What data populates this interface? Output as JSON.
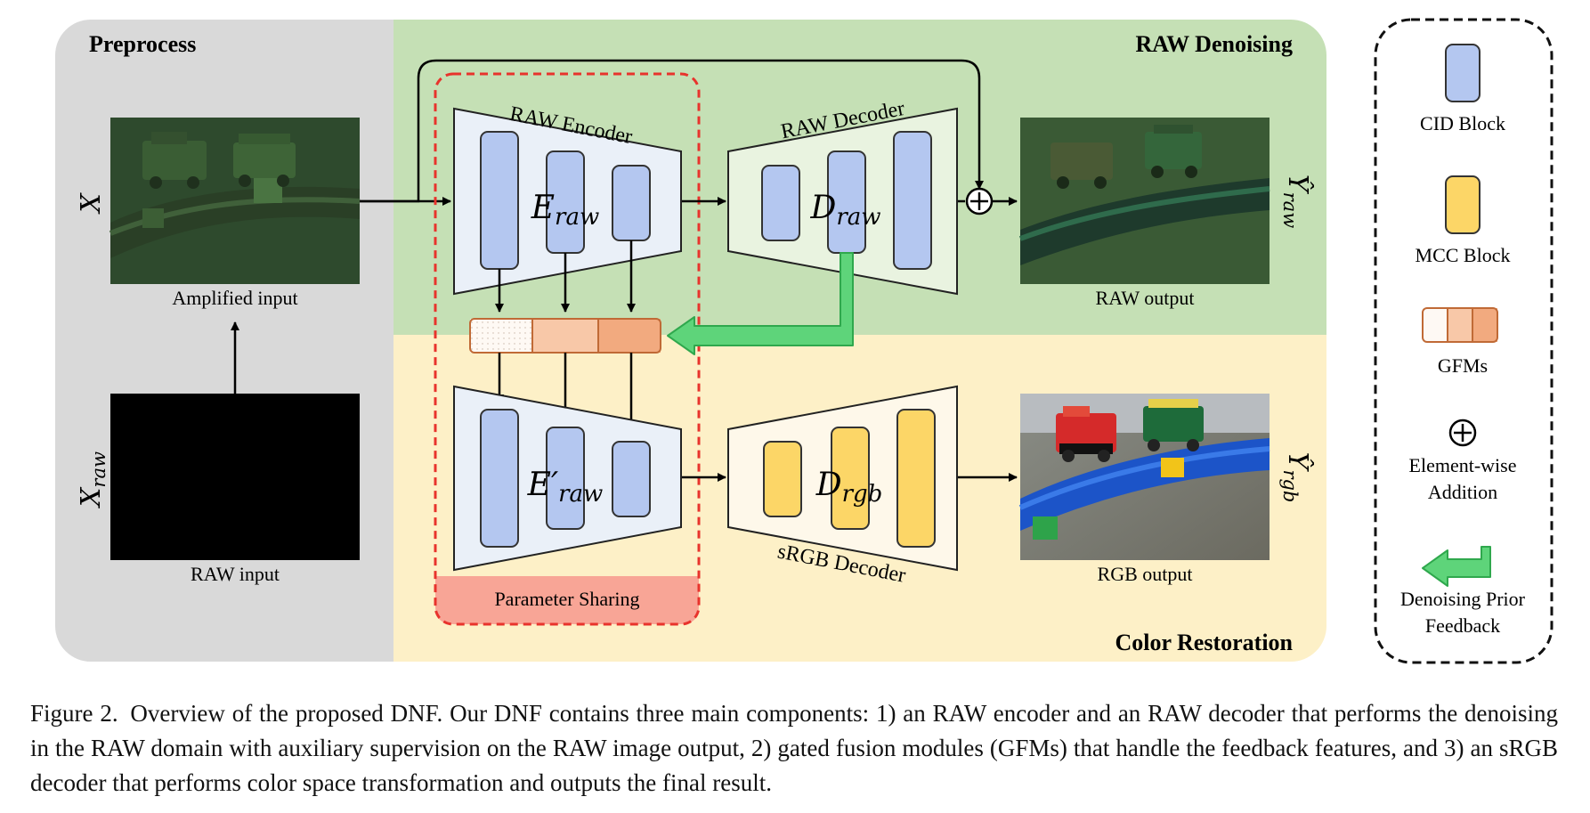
{
  "diagram": {
    "sections": {
      "preprocess": "Preprocess",
      "raw_denoising": "RAW Denoising",
      "color_restoration": "Color Restoration"
    },
    "images": {
      "amplified_input": "Amplified input",
      "raw_input": "RAW input",
      "raw_output": "RAW output",
      "rgb_output": "RGB output"
    },
    "math": {
      "x": "X",
      "x_raw_base": "X",
      "x_raw_sub": "raw",
      "y_raw_base": "Ŷ",
      "y_raw_sub": "raw",
      "y_rgb_base": "Ŷ",
      "y_rgb_sub": "rgb"
    },
    "modules": {
      "raw_encoder": "RAW Encoder",
      "raw_decoder": "RAW Decoder",
      "srgb_decoder": "sRGB Decoder",
      "e_raw_base": "E",
      "e_raw_sub": "raw",
      "e_raw_prime_base": "E′",
      "e_raw_prime_sub": "raw",
      "d_raw_base": "D",
      "d_raw_sub": "raw",
      "d_rgb_base": "D",
      "d_rgb_sub": "rgb",
      "parameter_sharing": "Parameter Sharing"
    },
    "legend": {
      "cid_block": "CID Block",
      "mcc_block": "MCC Block",
      "gfms": "GFMs",
      "element_wise_1": "Element-wise",
      "element_wise_2": "Addition",
      "feedback_1": "Denoising Prior",
      "feedback_2": "Feedback"
    },
    "colors": {
      "preprocess_bg": "#d9d9d9",
      "raw_bg": "#c5e0b5",
      "color_bg": "#fdf0c7",
      "cid_block": "#b4c7f0",
      "mcc_block": "#fcd667",
      "gfm_1": "#fef9f4",
      "gfm_2": "#f8c8a8",
      "gfm_3": "#f2aa7f",
      "feedback_arrow": "#5ed47a",
      "sharing_dash": "#e8332c",
      "sharing_fill": "#f8a596"
    }
  },
  "caption": {
    "figure_number": "Figure 2.",
    "text": "Overview of the proposed DNF. Our DNF contains three main components: 1) an RAW encoder and an RAW decoder that performs the denoising in the RAW domain with auxiliary supervision on the RAW image output, 2) gated fusion modules (GFMs) that handle the feedback features, and 3) an sRGB decoder that performs color space transformation and outputs the final result."
  }
}
